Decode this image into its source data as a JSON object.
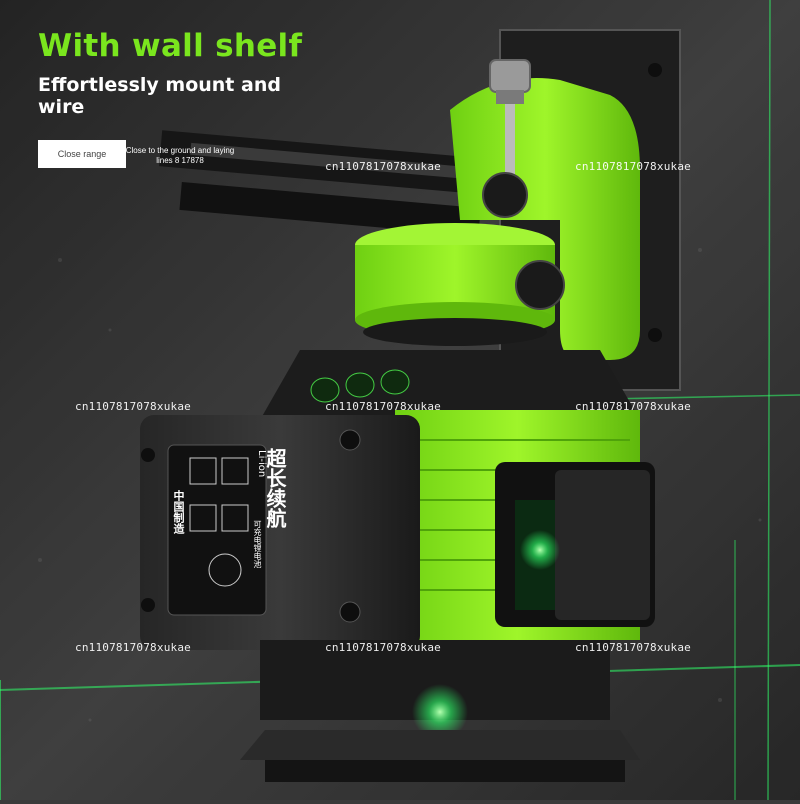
{
  "headline": "With wall shelf",
  "subheadline": "Effortlessly mount and wire",
  "feature_tag": {
    "label": "Close range",
    "note": "Close to the ground and laying lines 8 17878"
  },
  "watermarks": [
    "cn1107817078xukae",
    "cn1107817078xukae",
    "cn1107817078xukae",
    "cn1107817078xukae",
    "cn1107817078xukae",
    "cn1107817078xukae",
    "cn1107817078xukae",
    "cn1107817078xukae"
  ],
  "battery": {
    "brand_text": "超长续航",
    "type_text": "Li-ion",
    "origin_text": "中国制造",
    "charge_text": "可充电锂电池"
  },
  "colors": {
    "accent_green": "#7ae61e",
    "body_green": "#8ee21a",
    "body_black": "#1c1c1c",
    "wall_grey": "#3a3a3a",
    "laser_green": "#2fff6a"
  }
}
